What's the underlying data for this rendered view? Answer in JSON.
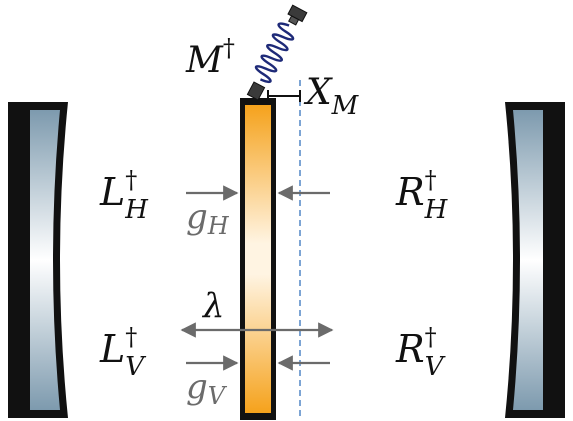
{
  "labels": {
    "mirror_mode": {
      "base": "M",
      "sup": "†"
    },
    "displacement": {
      "base": "X",
      "sub": "M"
    },
    "left_h": {
      "base": "L",
      "sup": "†",
      "sub": "H"
    },
    "right_h": {
      "base": "R",
      "sup": "†",
      "sub": "H"
    },
    "left_v": {
      "base": "L",
      "sup": "†",
      "sub": "V"
    },
    "right_v": {
      "base": "R",
      "sup": "†",
      "sub": "V"
    },
    "coupling_h": {
      "base": "g",
      "sub": "H"
    },
    "coupling_v": {
      "base": "g",
      "sub": "V"
    },
    "tunneling": {
      "base": "λ"
    }
  },
  "colors": {
    "mirror_frame": "#111111",
    "mirror_glass_edge": "#7d9aae",
    "mirror_glass_center": "#ffffff",
    "membrane_edge": "#f5a21c",
    "membrane_center": "#fff4e2",
    "spring": "#1e2a78",
    "arrow": "#6b6b6b",
    "dashed_line": "#5b8dc9"
  }
}
